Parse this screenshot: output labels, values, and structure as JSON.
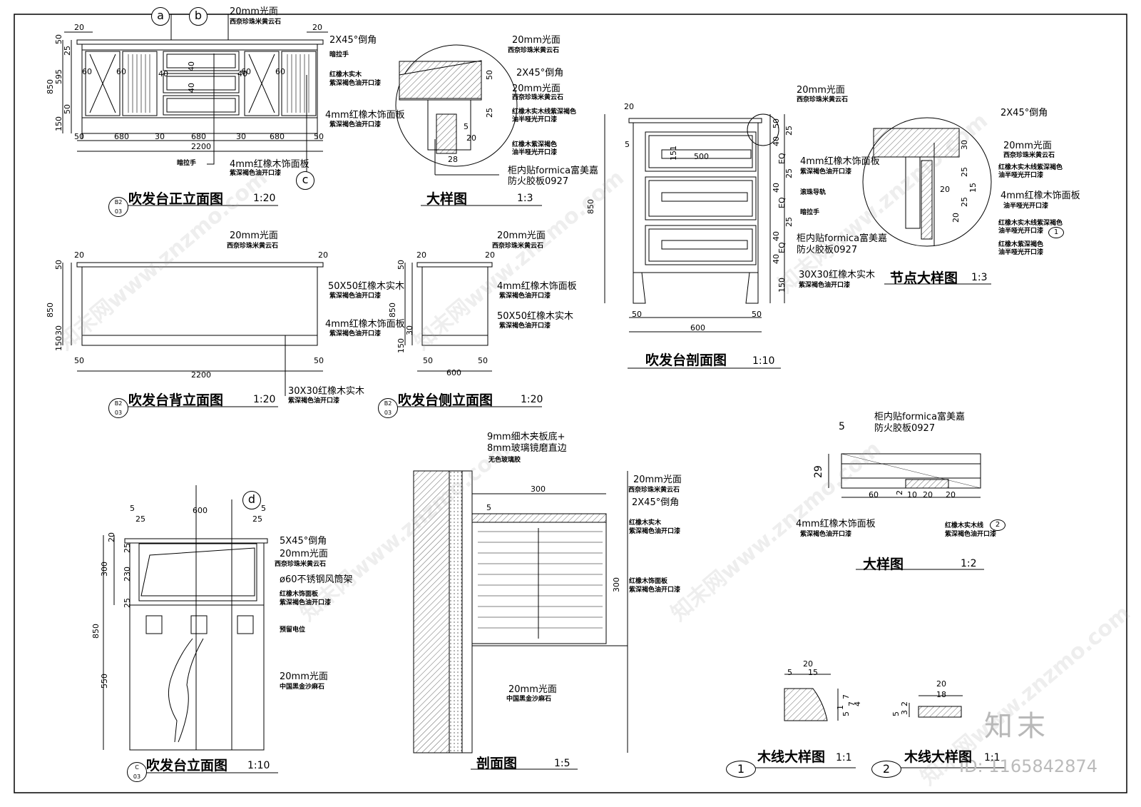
{
  "drawings": {
    "front_elev": {
      "title": "吹发台正立面图",
      "scale": "1:20",
      "ref_top": "B2",
      "ref_bot": "03",
      "bubble_a": "a",
      "bubble_b": "b",
      "bubble_c": "c",
      "top_dims": [
        "20",
        "20"
      ],
      "bottom_dims": [
        "50",
        "680",
        "30",
        "680",
        "30",
        "680",
        "50"
      ],
      "total": "2200",
      "left_dims": [
        "850",
        "50",
        "25",
        "595",
        "50",
        "150"
      ],
      "inner_dims": [
        "60",
        "60",
        "60",
        "60",
        "40",
        "40",
        "40",
        "40"
      ],
      "labels": {
        "stone1": "20mm光面",
        "stone2": "西奈珍珠米黄云石",
        "chamfer": "2X45°倒角",
        "handle": "暗拉手",
        "wood1": "红橡木实木",
        "wood2": "紫深褐色油开口漆",
        "panel1": "4mm红橡木饰面板",
        "panel2": "紫深褐色油开口漆",
        "handle_b": "暗拉手",
        "panel_b1": "4mm红橡木饰面板",
        "panel_b2": "紫深褐色油开口漆"
      }
    },
    "detail_a": {
      "title": "大样图",
      "scale": "1:3",
      "dims": [
        "50",
        "25",
        "5",
        "20",
        "28"
      ],
      "labels": {
        "stone1": "20mm光面",
        "stone2": "西奈珍珠米黄云石",
        "chamfer": "2X45°倒角",
        "stone3": "20mm光面",
        "stone4": "西奈珍珠米黄云石",
        "wood1": "红橡木实木线紫深褐色",
        "wood2": "油半哑光开口漆",
        "wood3": "红橡木紫深褐色",
        "wood4": "油半哑光开口漆",
        "formica1": "柜内贴formica富美嘉",
        "formica2": "防火胶板0927"
      }
    },
    "section": {
      "title": "吹发台剖面图",
      "scale": "1:10",
      "dims_top": [
        "20",
        "5",
        "500",
        "151"
      ],
      "dims_right": [
        "50",
        "25",
        "40",
        "EQ",
        "25",
        "40",
        "EQ",
        "25",
        "40",
        "EQ",
        "40",
        "150"
      ],
      "dims_bottom": [
        "50",
        "50",
        "600"
      ],
      "height": "850",
      "labels": {
        "stone1": "20mm光面",
        "stone2": "西奈珍珠米黄云石",
        "panel1": "4mm红橡木饰面板",
        "panel2": "紫深褐色油开口漆",
        "rail": "滚珠导轨",
        "handle": "暗拉手",
        "formica1": "柜内贴formica富美嘉",
        "formica2": "防火胶板0927",
        "wood1": "30X30红橡木实木",
        "wood2": "紫深褐色油开口漆"
      }
    },
    "node_detail": {
      "title": "节点大样图",
      "scale": "1:3",
      "dims": [
        "30",
        "25",
        "20",
        "15",
        "25",
        "20"
      ],
      "bubble": "1",
      "labels": {
        "chamfer": "2X45°倒角",
        "stone1": "20mm光面",
        "stone2": "西奈珍珠米黄云石",
        "wood1": "红橡木实木线紫深褐色",
        "wood2": "油半哑光开口漆",
        "panel1": "4mm红橡木饰面板",
        "panel2": "油半哑光开口漆",
        "wood3": "红橡木实木线紫深褐色",
        "wood4": "油半哑光开口漆",
        "wood5": "红橡木紫深褐色",
        "wood6": "油半哑光开口漆"
      }
    },
    "back_elev": {
      "title": "吹发台背立面图",
      "scale": "1:20",
      "ref_top": "B2",
      "ref_bot": "03",
      "top_dims": [
        "20",
        "20"
      ],
      "bottom_dims": [
        "50",
        "2200",
        "50"
      ],
      "left_dims": [
        "850",
        "150",
        "30",
        "50"
      ],
      "labels": {
        "stone1": "20mm光面",
        "stone2": "西奈珍珠米黄云石",
        "wood1": "50X50红橡木实木",
        "wood2": "紫深褐色油开口漆",
        "panel1": "4mm红橡木饰面板",
        "panel2": "紫深褐色油开口漆",
        "wood3": "30X30红橡木实木",
        "wood4": "紫深褐色油开口漆"
      }
    },
    "side_elev": {
      "title": "吹发台侧立面图",
      "scale": "1:20",
      "ref_top": "B2",
      "ref_bot": "03",
      "top_dims": [
        "20",
        "20"
      ],
      "bottom_dims": [
        "50",
        "600",
        "50"
      ],
      "left_dims": [
        "850",
        "150",
        "30",
        "50"
      ],
      "labels": {
        "stone1": "20mm光面",
        "stone2": "西奈珍珠米黄云石",
        "panel1": "4mm红橡木饰面板",
        "panel2": "紫深褐色油开口漆",
        "wood1": "50X50红橡木实木",
        "wood2": "紫深褐色油开口漆"
      }
    },
    "elev_c": {
      "title": "吹发台立面图",
      "scale": "1:10",
      "ref_top": "C",
      "ref_bot": "03",
      "bubble_d": "d",
      "top_dims": [
        "5",
        "25",
        "600",
        "25",
        "5"
      ],
      "left_dims": [
        "20",
        "25",
        "230",
        "300",
        "25",
        "850",
        "550"
      ],
      "labels": {
        "chamfer": "5X45°倒角",
        "stone1": "20mm光面",
        "stone2": "西奈珍珠米黄云石",
        "pipe": "ø60不锈钢风筒架",
        "panel1": "红橡木饰面板",
        "panel2": "紫深褐色油开口漆",
        "socket": "预留电位",
        "stone3": "20mm光面",
        "stone4": "中国黑金沙麻石"
      }
    },
    "section2": {
      "title": "剖面图",
      "scale": "1:5",
      "dims": [
        "300",
        "5",
        "300"
      ],
      "labels": {
        "ply1": "9mm细木夹板底+",
        "ply2": "8mm玻璃镜磨直边",
        "glue": "无色玻璃胶",
        "stone1": "20mm光面",
        "stone2": "西奈珍珠米黄云石",
        "chamfer": "2X45°倒角",
        "wood1": "红橡木实木",
        "wood2": "紫深褐色油开口漆",
        "panel1": "红橡木饰面板",
        "panel2": "紫深褐色油开口漆",
        "stone3": "20mm光面",
        "stone4": "中国黑金沙麻石"
      }
    },
    "detail_b": {
      "title": "大样图",
      "scale": "1:2",
      "dims": [
        "5",
        "29",
        "60",
        "2",
        "10",
        "20",
        "20"
      ],
      "bubble": "2",
      "labels": {
        "formica1": "柜内贴formica富美嘉",
        "formica2": "防火胶板0927",
        "panel1": "4mm红橡木饰面板",
        "panel2": "紫深褐色油开口漆",
        "wood1": "红橡木实木线",
        "wood2": "紫深褐色油开口漆"
      }
    },
    "moulding1": {
      "title": "木线大样图",
      "scale": "1:1",
      "bubble": "1",
      "dims": [
        "20",
        "5",
        "15",
        "7",
        "4",
        "5",
        "7",
        "1"
      ]
    },
    "moulding2": {
      "title": "木线大样图",
      "scale": "1:1",
      "bubble": "2",
      "dims": [
        "20",
        "18",
        "5",
        "3",
        "2"
      ]
    }
  },
  "watermark": {
    "logo": "知末",
    "id_text": "ID: 1165842874",
    "repeat": "知末网www.znzmo.com"
  }
}
